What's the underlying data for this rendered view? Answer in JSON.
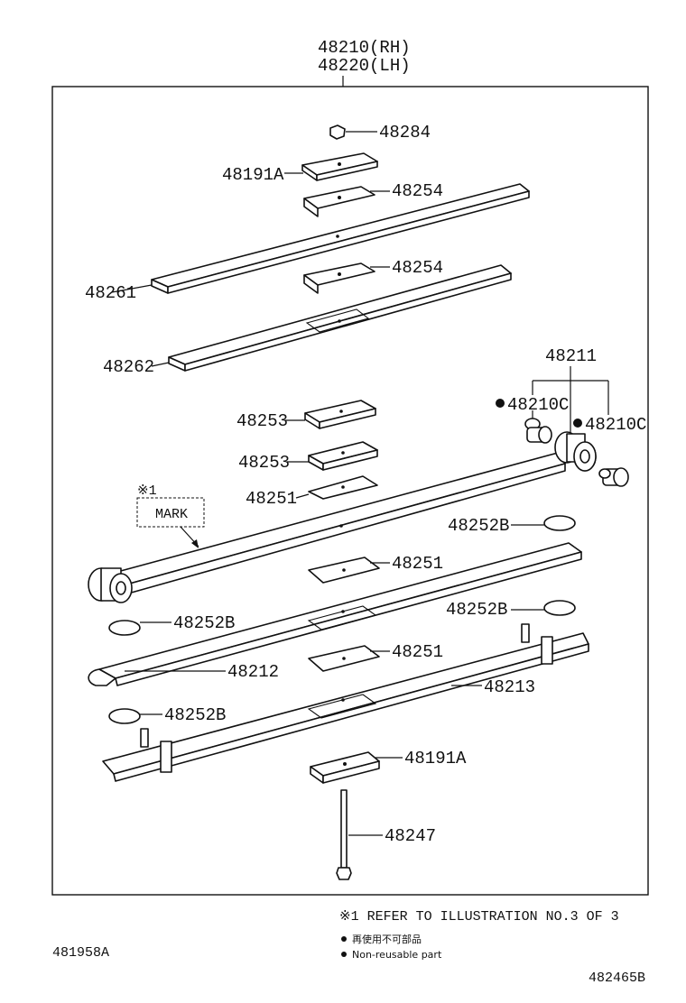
{
  "header": {
    "line1": "48210(RH)",
    "line2": "48220(LH)"
  },
  "labels": {
    "p48284": "48284",
    "p48191A_top": "48191A",
    "p48254_a": "48254",
    "p48261": "48261",
    "p48254_b": "48254",
    "p48262": "48262",
    "p48211": "48211",
    "p48210C_a": "48210C",
    "p48210C_b": "48210C",
    "p48253_a": "48253",
    "p48253_b": "48253",
    "p48251_a": "48251",
    "p48252B_a": "48252B",
    "p48251_b": "48251",
    "p48252B_b": "48252B",
    "p48252B_c": "48252B",
    "p48212": "48212",
    "p48251_c": "48251",
    "p48213": "48213",
    "p48252B_d": "48252B",
    "p48191A_bot": "48191A",
    "p48247": "48247"
  },
  "mark": {
    "ref": "※1",
    "text": "MARK"
  },
  "notes": {
    "refer": "※1 REFER TO ILLUSTRATION NO.3 OF 3",
    "reuse_jp": "再使用不可部品",
    "reuse_en": "Non-reusable part",
    "left_code": "481958A",
    "right_code": "482465B"
  }
}
